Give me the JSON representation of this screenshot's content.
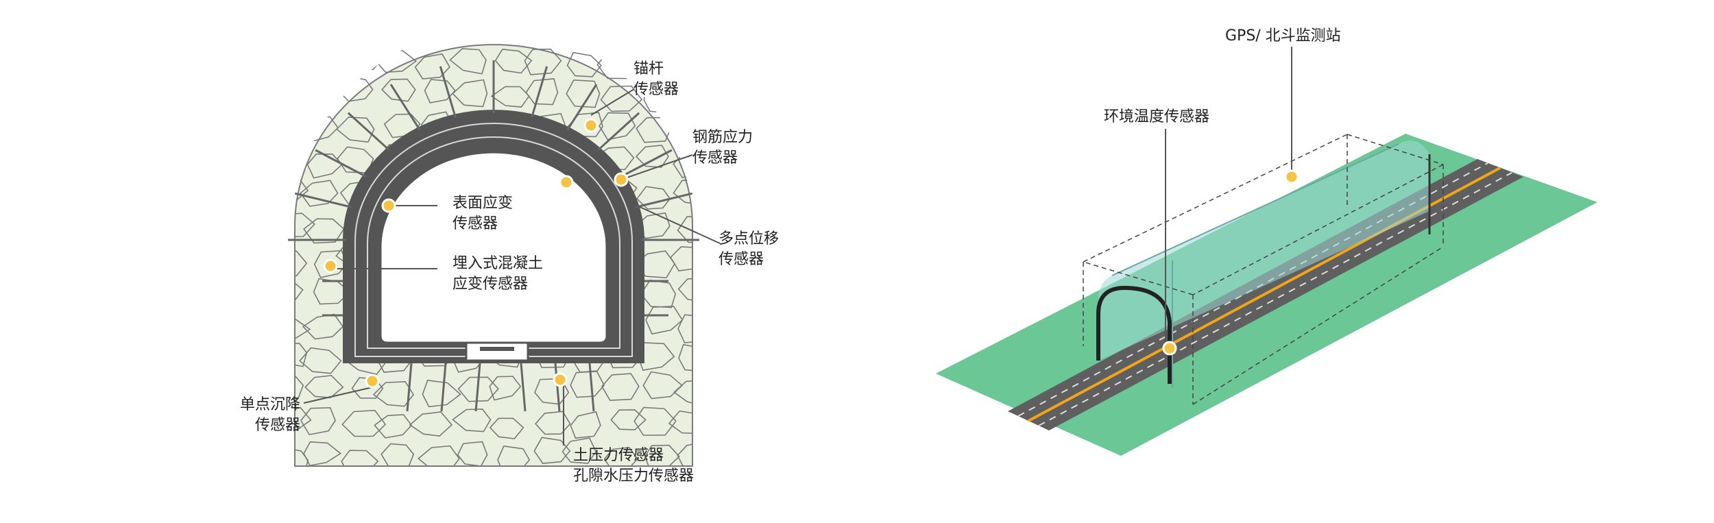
{
  "colors": {
    "rock_fill": "#e9f0df",
    "rock_line": "#7a7a7a",
    "lining": "#555555",
    "grass": "#6cc796",
    "road": "#5f5f5f",
    "center_line": "#f2a51a",
    "glass": "#9fd8d6",
    "sensor": "#f5c242",
    "sensor_stroke": "#ffffff"
  },
  "tunnel_section": {
    "labels": {
      "anchor": [
        "锚杆",
        "传感器"
      ],
      "rebar": [
        "钢筋应力",
        "传感器"
      ],
      "surface_strain": [
        "表面应变",
        "传感器"
      ],
      "multipoint": [
        "多点位移",
        "传感器"
      ],
      "embedded": [
        "埋入式混凝土",
        "应变传感器"
      ],
      "settlement": [
        "单点沉降",
        "传感器"
      ],
      "soil_pressure": [
        "土压力传感器",
        "孔隙水压力传感器"
      ]
    }
  },
  "tunnel_3d": {
    "labels": {
      "gps": "GPS/ 北斗监测站",
      "env_temp": "环境温度传感器"
    }
  }
}
